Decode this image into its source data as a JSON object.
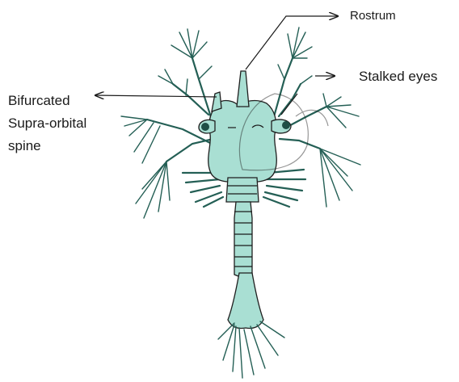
{
  "diagram": {
    "labels": {
      "rostrum": "Rostrum",
      "stalked_eyes": "Stalked eyes",
      "spine_line1": "Bifurcated",
      "spine_line2": "Supra-orbital",
      "spine_line3": "spine"
    },
    "colors": {
      "body_fill": "#a9dfd3",
      "limb": "#245f55",
      "outline": "#1f1f1f",
      "text": "#1a1a1a"
    }
  }
}
